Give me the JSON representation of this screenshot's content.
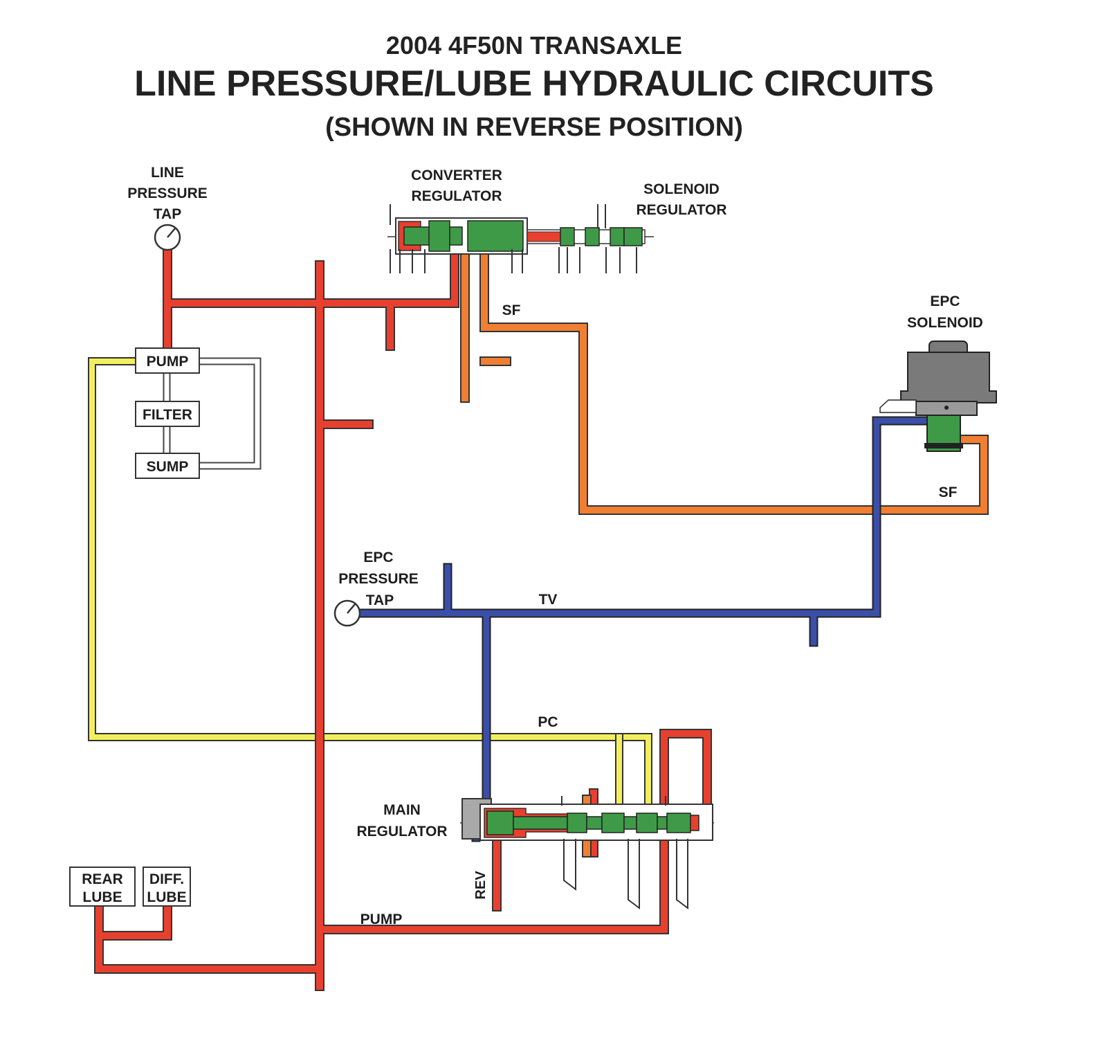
{
  "title": {
    "line1": "2004 4F50N TRANSAXLE",
    "line2": "LINE PRESSURE/LUBE HYDRAULIC CIRCUITS",
    "line3": "(SHOWN IN REVERSE POSITION)"
  },
  "labels": {
    "line_pressure_tap": [
      "LINE",
      "PRESSURE",
      "TAP"
    ],
    "converter_regulator": [
      "CONVERTER",
      "REGULATOR"
    ],
    "solenoid_regulator": [
      "SOLENOID",
      "REGULATOR"
    ],
    "epc_solenoid": [
      "EPC",
      "SOLENOID"
    ],
    "epc_pressure_tap": [
      "EPC",
      "PRESSURE",
      "TAP"
    ],
    "main_regulator": [
      "MAIN",
      "REGULATOR"
    ],
    "sf_upper": "SF",
    "sf_right": "SF",
    "tv": "TV",
    "pc": "PC",
    "pump_line": "PUMP",
    "rev": "REV"
  },
  "components": {
    "pump": "PUMP",
    "filter": "FILTER",
    "sump": "SUMP",
    "rear_lube": [
      "REAR",
      "LUBE"
    ],
    "diff_lube": [
      "DIFF.",
      "LUBE"
    ]
  },
  "colors": {
    "line_pressure": "#e8402f",
    "solenoid_feed": "#f07f33",
    "tv": "#3b4fa8",
    "pc": "#f2ef5e",
    "valve": "#3f9a47",
    "solenoid_body": "#7a7a7a"
  }
}
